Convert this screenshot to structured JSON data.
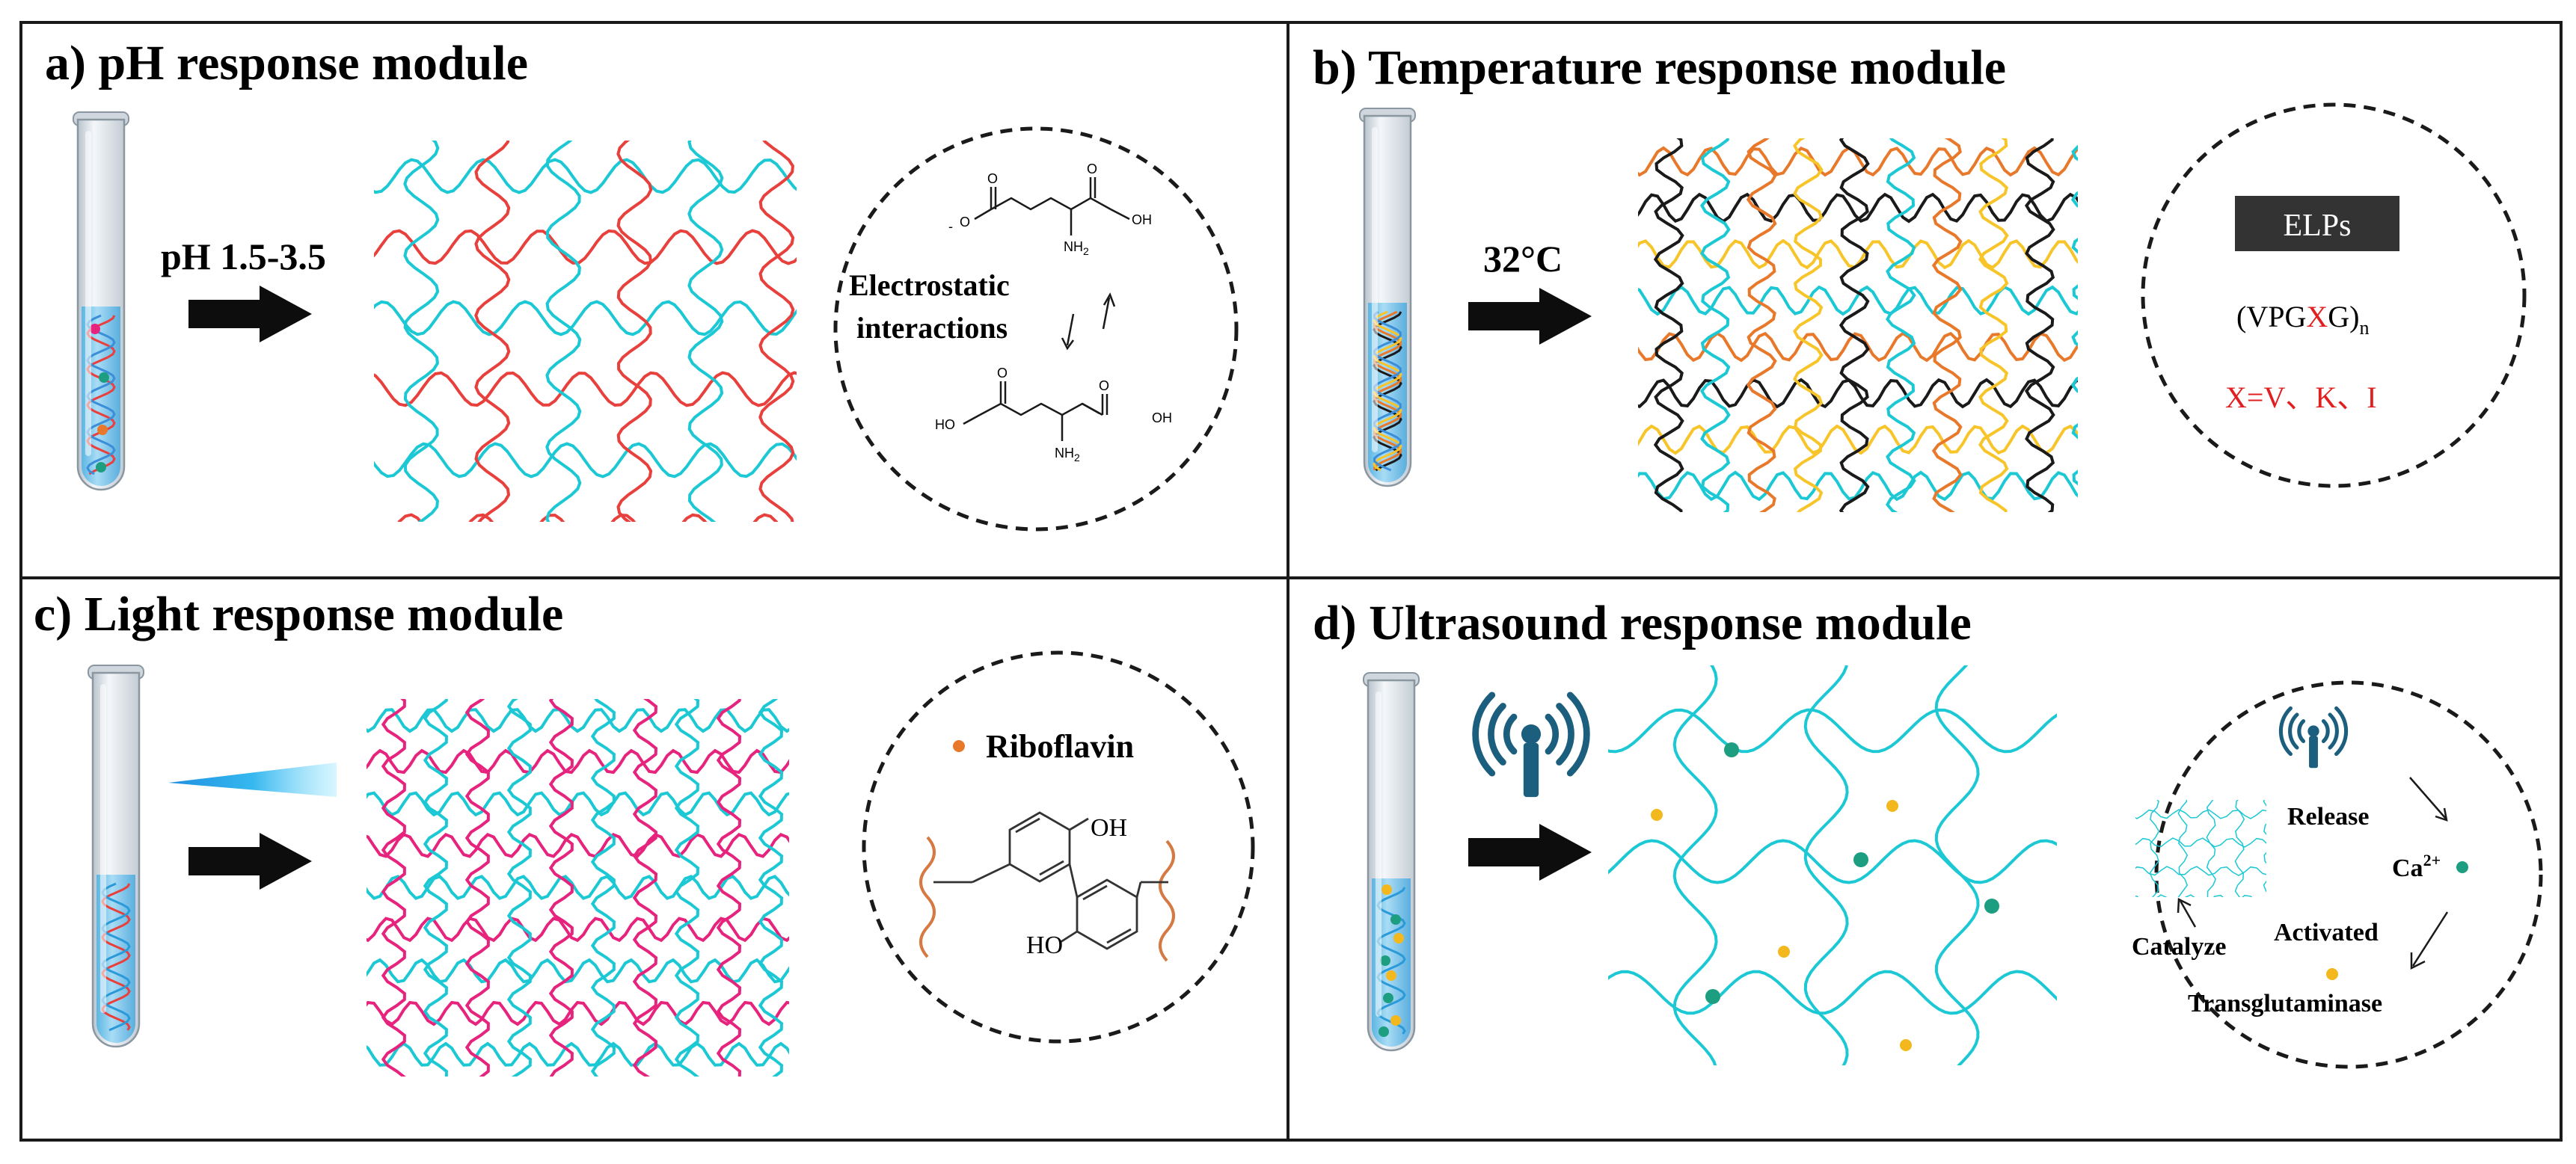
{
  "panels": {
    "a": {
      "title": "a) pH response module",
      "condition": "pH 1.5-3.5",
      "inset_label_line1": "Electrostatic",
      "inset_label_line2": "interactions",
      "chem_neg": "-",
      "chem_o": "O",
      "chem_oh": "OH",
      "chem_ho": "HO",
      "chem_nh": "NH",
      "chem_sub2": "2"
    },
    "b": {
      "title": "b) Temperature response module",
      "condition": "32°C",
      "box_label": "ELPs",
      "seq_pre": "(VPG",
      "seq_x": "X",
      "seq_post": "G)",
      "seq_sub": "n",
      "substitution": "X=V、K、I"
    },
    "c": {
      "title": "c) Light response module",
      "legend": "Riboflavin",
      "chem_oh": "OH",
      "chem_ho": "HO"
    },
    "d": {
      "title": "d) Ultrasound response module",
      "release": "Release",
      "ca": "Ca",
      "ca_sup": "2+",
      "activated": "Activated",
      "catalyze": "Catalyze",
      "enzyme": "Transglutaminase"
    }
  },
  "colors": {
    "cyan": "#1CC8D4",
    "red": "#E8403C",
    "pink": "#E6237D",
    "orange": "#E8782A",
    "yellow": "#F7C52A",
    "black": "#1a1a1a",
    "teal_dot": "#1E9E80",
    "gold_dot": "#F2B81E",
    "tower": "#1C5E7E",
    "brown": "#D67A45",
    "border": "#1a1a1a"
  },
  "icons": [
    "test-tube-icon",
    "arrow-right-icon",
    "ultrasound-tower-icon",
    "light-beam-icon"
  ]
}
